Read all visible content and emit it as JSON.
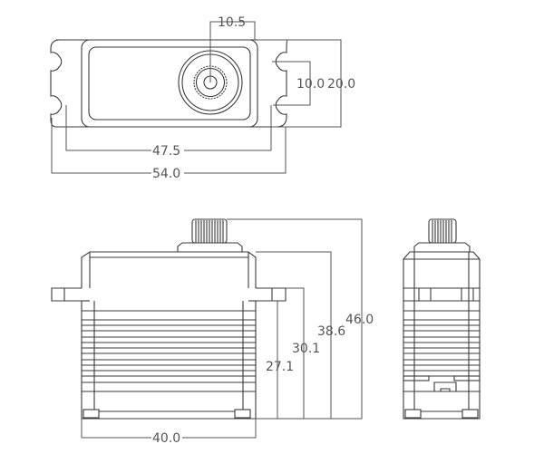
{
  "diagram": {
    "type": "servo-dimension-drawing",
    "units": "mm",
    "line_color": "#3a3a3a",
    "dim_color": "#555555",
    "views": {
      "top": {
        "dimensions": {
          "gear_offset": "10.5",
          "hole_spacing_vertical": "10.0",
          "tab_height": "20.0",
          "hole_spacing_horizontal": "47.5",
          "overall_length": "54.0"
        }
      },
      "side": {
        "dimensions": {
          "tab_height_bottom": "27.1",
          "tab_top_height": "30.1",
          "case_height": "38.6",
          "overall_height": "46.0",
          "case_width": "40.0"
        }
      },
      "front": {}
    }
  }
}
